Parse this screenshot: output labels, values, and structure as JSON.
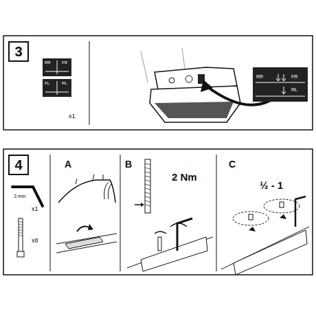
{
  "diagram": {
    "nodes": [
      {
        "text": [
          "3"
        ]
      },
      {
        "text": [
          "4"
        ]
      }
    ],
    "labels": [
      "x1",
      "RR",
      "FR",
      "FL",
      "RL",
      "RR",
      "FR",
      "RL",
      "3 mm",
      "x1",
      "x8",
      "A",
      "B",
      "2 Nm",
      "C",
      "½ - 1"
    ]
  }
}
